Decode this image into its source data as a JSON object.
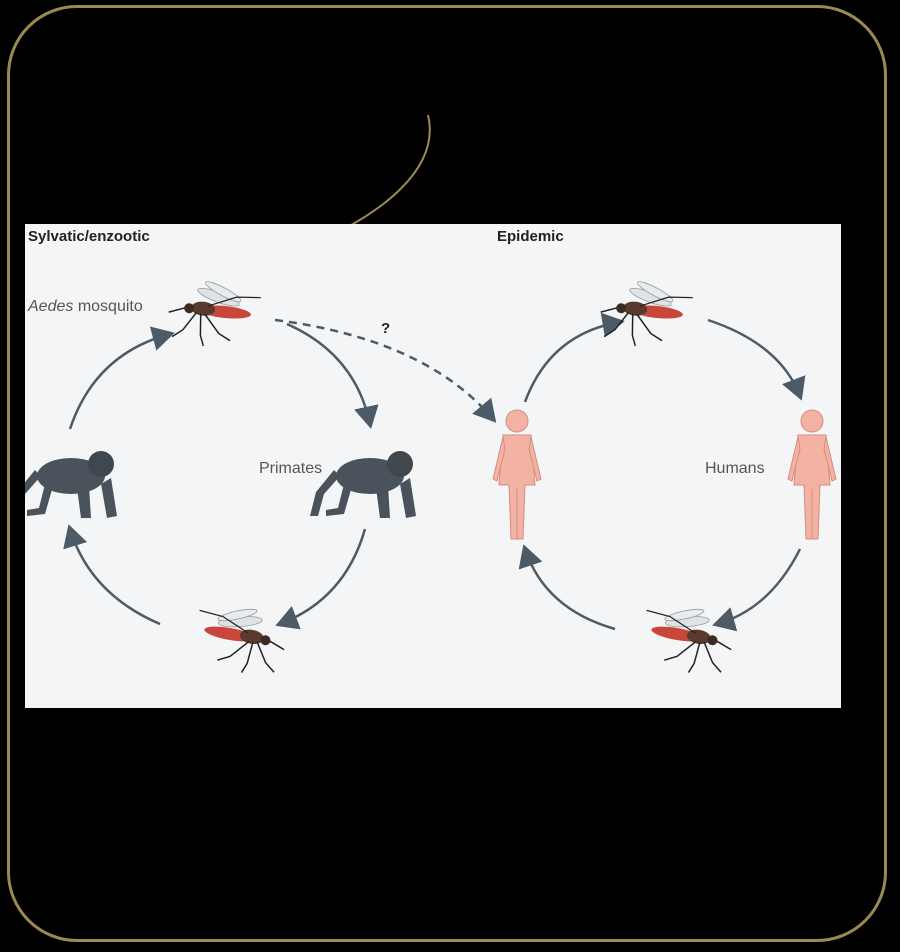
{
  "diagram": {
    "left_title": "Sylvatic/enzootic",
    "right_title": "Epidemic",
    "vector_label_italic": "Aedes",
    "vector_label_rest": " mosquito",
    "primates_label": "Primates",
    "humans_label": "Humans",
    "spillover_mark": "?"
  },
  "colors": {
    "frame": "#9a8a52",
    "arrow": "#4d5b66",
    "primate": "#4a535c",
    "human": "#f2b2a4"
  }
}
